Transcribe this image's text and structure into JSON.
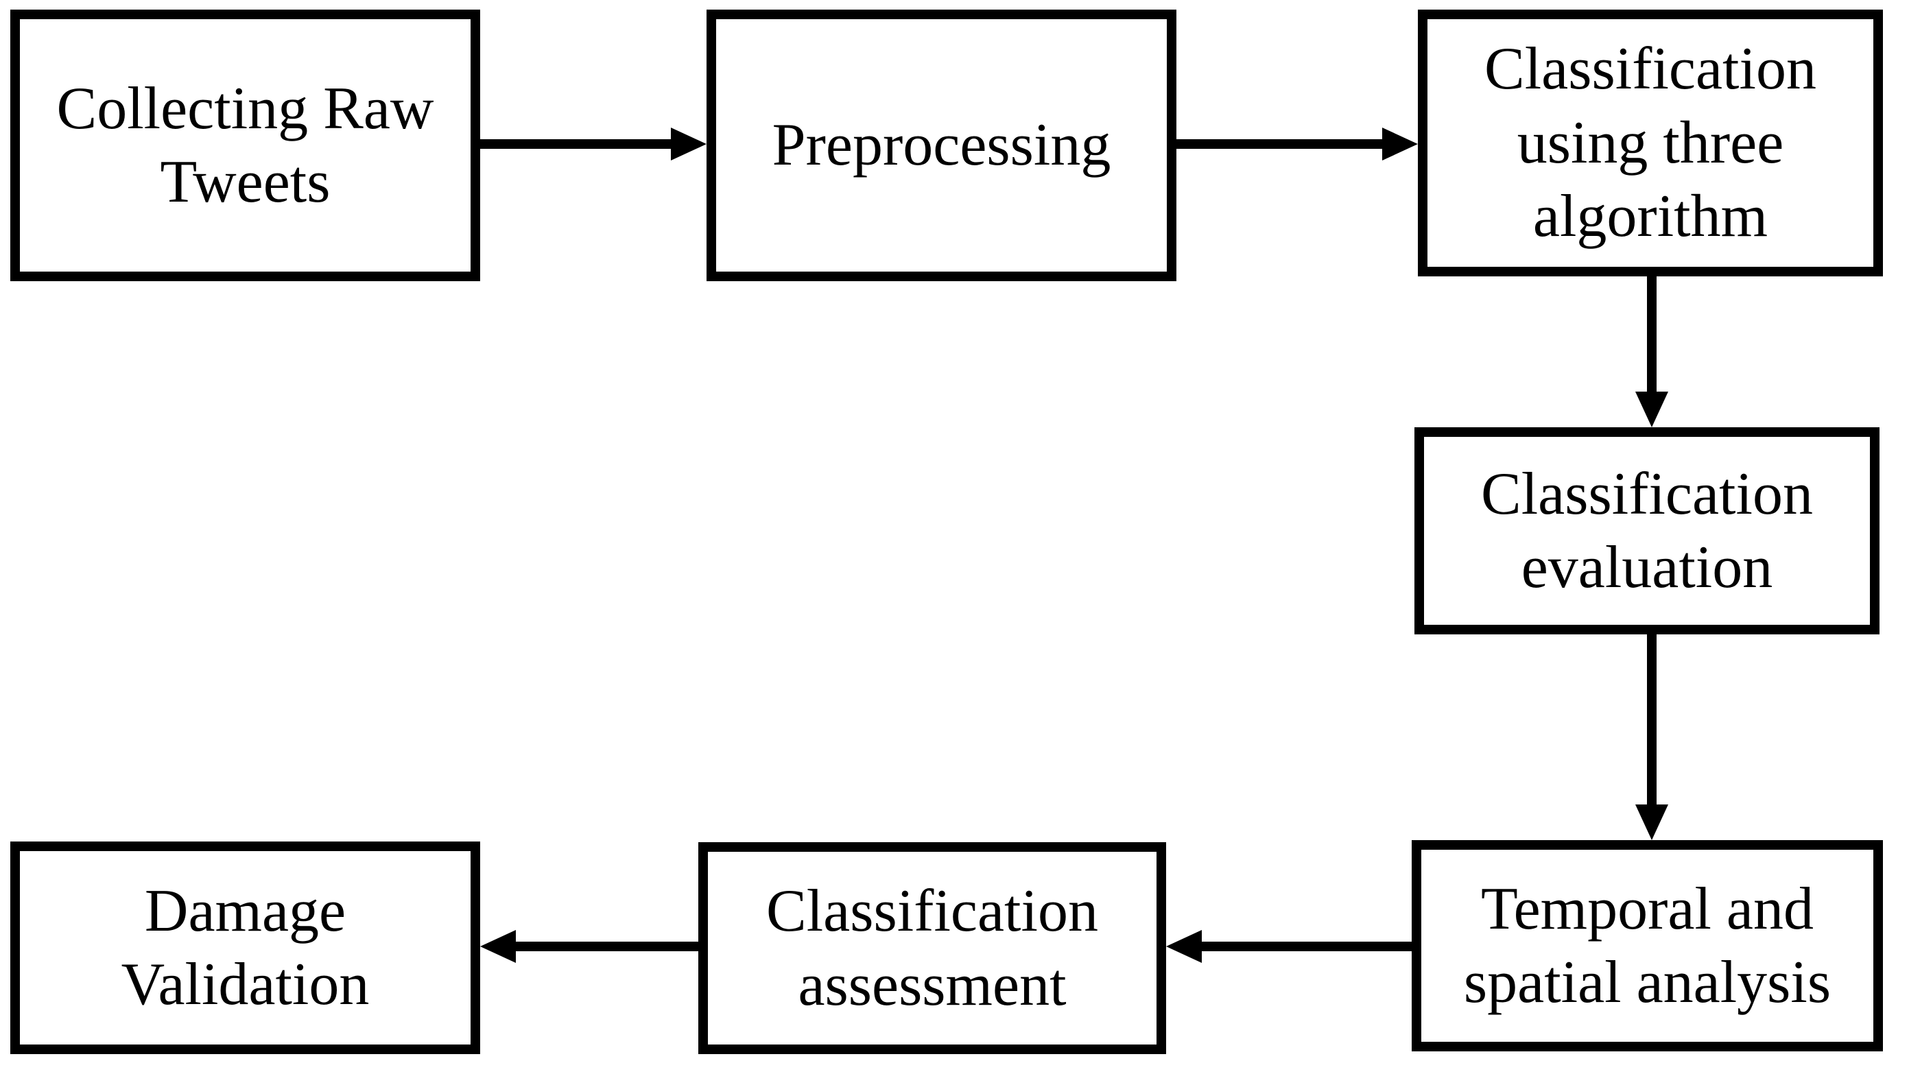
{
  "figure": {
    "type": "flowchart",
    "background_color": "#ffffff",
    "line_color": "#000000",
    "nodes": {
      "collect": {
        "label": "Collecting Raw\nTweets"
      },
      "preprocess": {
        "label": "Preprocessing"
      },
      "classify": {
        "label": "Classification\nusing three\nalgorithm"
      },
      "evaluate": {
        "label": "Classification\nevaluation"
      },
      "temporal": {
        "label": "Temporal and\nspatial analysis"
      },
      "assess": {
        "label": "Classification\nassessment"
      },
      "validate": {
        "label": "Damage\nValidation"
      }
    },
    "edges": [
      {
        "from": "collect",
        "to": "preprocess",
        "direction": "right"
      },
      {
        "from": "preprocess",
        "to": "classify",
        "direction": "right"
      },
      {
        "from": "classify",
        "to": "evaluate",
        "direction": "down"
      },
      {
        "from": "evaluate",
        "to": "temporal",
        "direction": "down"
      },
      {
        "from": "temporal",
        "to": "assess",
        "direction": "left"
      },
      {
        "from": "assess",
        "to": "validate",
        "direction": "left"
      }
    ]
  }
}
